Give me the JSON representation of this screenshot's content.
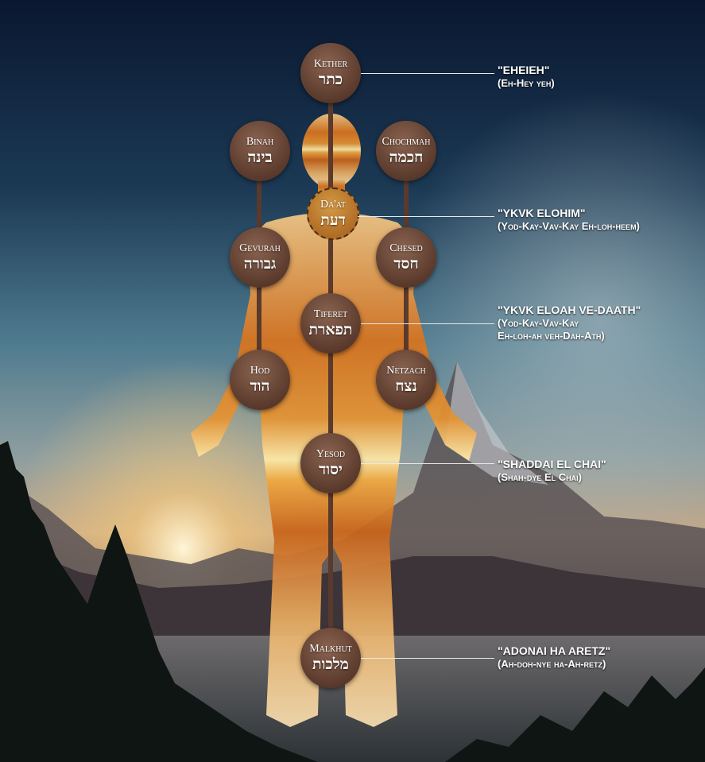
{
  "sefirot": {
    "kether": {
      "name": "Kether",
      "hebrew": "כתר"
    },
    "binah": {
      "name": "Binah",
      "hebrew": "בינה"
    },
    "chochmah": {
      "name": "Chochmah",
      "hebrew": "חכמה"
    },
    "daat": {
      "name": "Da'at",
      "hebrew": "דעת"
    },
    "gevurah": {
      "name": "Gevurah",
      "hebrew": "גבורה"
    },
    "chesed": {
      "name": "Chesed",
      "hebrew": "חסד"
    },
    "tiferet": {
      "name": "Tiferet",
      "hebrew": "תפארת"
    },
    "hod": {
      "name": "Hod",
      "hebrew": "הוד"
    },
    "netzach": {
      "name": "Netzach",
      "hebrew": "נצח"
    },
    "yesod": {
      "name": "Yesod",
      "hebrew": "יסוד"
    },
    "malkhut": {
      "name": "Malkhut",
      "hebrew": "מלכות"
    }
  },
  "divine_names": [
    {
      "name": "\"EHEIEH\"",
      "pronunciation": "(Eh-Hey yeh)"
    },
    {
      "name": "\"YKVK ELOHIM\"",
      "pronunciation": "(Yod-Kay-Vav-Kay Eh-loh-heem)"
    },
    {
      "name": "\"YKVK ELOAH VE-DAATH\"",
      "pronunciation": "(Yod-Kay-Vav-Kay\nEh-loh-ah veh-Dah-Ath)"
    },
    {
      "name": "\"SHADDAI EL CHAI\"",
      "pronunciation": "(Shah-dye El Chai)"
    },
    {
      "name": "\"ADONAI HA ARETZ\"",
      "pronunciation": "(Ah-doh-nye ha-Ah-retz)"
    }
  ],
  "colors": {
    "sky_top": "#0b1a33",
    "sky_mid": "#3d6a82",
    "horizon_glow": "#f4d9a0",
    "body_orange": "#e08a2a",
    "body_light": "#f6d79a",
    "node_fill": "#5a3a2c",
    "daat_fill": "#b06d26"
  }
}
